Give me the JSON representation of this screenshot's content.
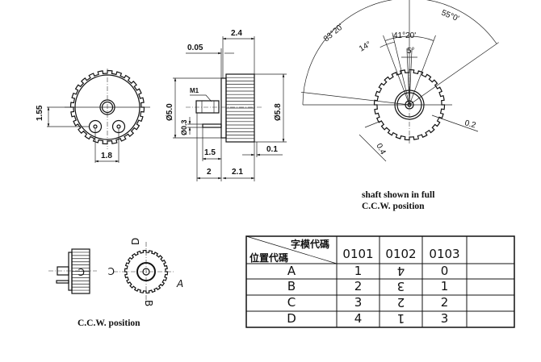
{
  "front_view": {
    "dims": {
      "vertical_offset": "1.55",
      "pin_spacing": "1.8"
    }
  },
  "side_view": {
    "dims": {
      "length_total": "2.4",
      "flange": "0.05",
      "dia_flange": "Ø5.0",
      "dia_pin": "Ø0.3",
      "dia_body": "Ø5.8",
      "pin_len": "1.5",
      "gap": "0.1",
      "shaft_len": "2",
      "body_len": "2.1",
      "thread": "M1"
    }
  },
  "angle_view": {
    "angles": {
      "left": "83°20'",
      "right": "55°0'",
      "span": "41°20'",
      "small": "14°",
      "center": "5°"
    },
    "dims": {
      "tooth_depth": "0.2",
      "tooth_width": "0.4"
    },
    "caption_line1": "shaft shown in full",
    "caption_line2": "C.C.W. position"
  },
  "position_view": {
    "labels": {
      "a": "A",
      "b": "B",
      "c": "C",
      "d": "D"
    },
    "caption": "C.C.W. position"
  },
  "table": {
    "header_top": "字模代碼",
    "header_bottom": "位置代碼",
    "columns": [
      "0101",
      "0102",
      "0103",
      ""
    ],
    "rows": [
      {
        "pos": "A",
        "v": [
          "1",
          "4",
          "0",
          ""
        ]
      },
      {
        "pos": "B",
        "v": [
          "2",
          "3",
          "1",
          ""
        ]
      },
      {
        "pos": "C",
        "v": [
          "3",
          "2",
          "2",
          ""
        ]
      },
      {
        "pos": "D",
        "v": [
          "4",
          "1",
          "3",
          ""
        ]
      }
    ],
    "inverted_column_index": 1
  }
}
